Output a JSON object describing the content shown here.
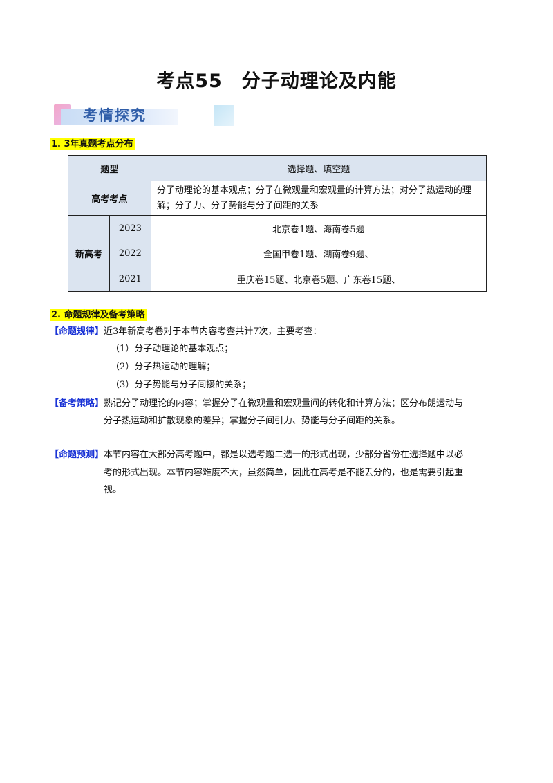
{
  "page": {
    "title": "考点55　分子动理论及内能",
    "banner": "考情探究"
  },
  "section1": {
    "heading": "1. 3年真题考点分布",
    "table": {
      "header_label": "题型",
      "header_value": "选择题、填空题",
      "topic_label": "高考考点",
      "topic_value": "分子动理论的基本观点；分子在微观量和宏观量的计算方法；对分子热运动的理解；分子力、分子势能与分子间距的关系",
      "group_label": "新高考",
      "rows": [
        {
          "year": "2023",
          "papers": "北京卷1题、海南卷5题"
        },
        {
          "year": "2022",
          "papers": "全国甲卷1题、湖南卷9题、"
        },
        {
          "year": "2021",
          "papers": "重庆卷15题、北京卷5题、广东卷15题、"
        }
      ]
    }
  },
  "section2": {
    "heading": "2. 命题规律及备考策略",
    "rule": {
      "tag": "【命题规律】",
      "text": "近3年新高考卷对于本节内容考查共计7次，主要考查：",
      "items": [
        "（1）分子动理论的基本观点；",
        "（2）分子热运动的理解；",
        "（3）分子势能与分子间接的关系；"
      ]
    },
    "strategy": {
      "tag": "【备考策略】",
      "line1": "熟记分子动理论的内容；掌握分子在微观量和宏观量间的转化和计算方法；区分布朗运动与",
      "line2": "分子热运动和扩散现象的差异；掌握分子间引力、势能与分子间距的关系。"
    },
    "forecast": {
      "tag": "【命题预测】",
      "line1": "本节内容在大部分高考题中，都是以选考题二选一的形式出现，少部分省份在选择题中以必",
      "line2": "考的形式出现。本节内容难度不大，虽然简单，因此在高考是不能丢分的，也是需要引起重",
      "line3": "视。"
    }
  }
}
